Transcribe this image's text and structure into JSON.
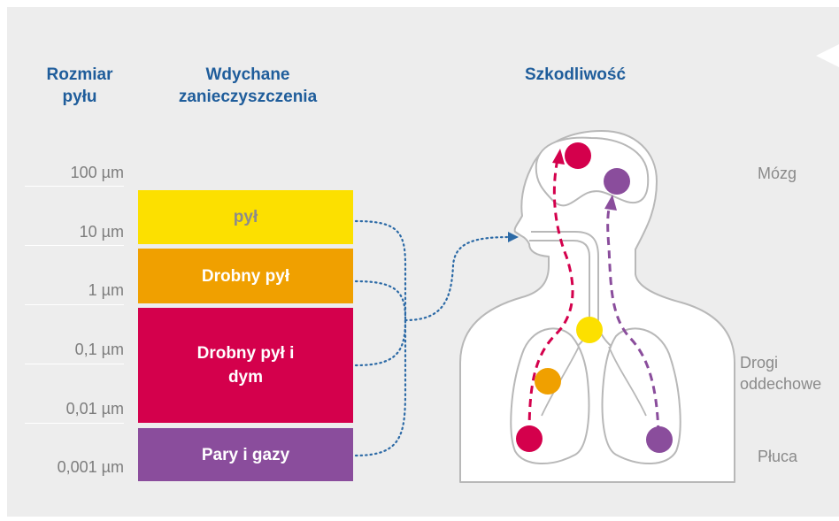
{
  "headers": {
    "size": [
      "Rozmiar",
      "pyłu"
    ],
    "pollutants": [
      "Wdychane",
      "zanieczyszczenia"
    ],
    "harm": "Szkodliwość"
  },
  "size_labels": [
    "100 µm",
    "10 µm",
    "1 µm",
    "0,1 µm",
    "0,01 µm",
    "0,001 µm"
  ],
  "bands": [
    {
      "label": "pył",
      "color": "#fce000",
      "text_color": "#8c8c8c"
    },
    {
      "label": "Drobny pył",
      "color": "#f0a000",
      "text_color": "#ffffff"
    },
    {
      "label_lines": [
        "Drobny pył i",
        "dym"
      ],
      "color": "#d4004c",
      "text_color": "#ffffff"
    },
    {
      "label": "Pary i gazy",
      "color": "#8a4d9c",
      "text_color": "#ffffff"
    }
  ],
  "organs": {
    "brain": "Mózg",
    "airways": [
      "Drogi",
      "oddechowe"
    ],
    "lungs": "Płuca"
  },
  "colors": {
    "header_blue": "#1f5d9b",
    "dotted_blue": "#2c6aa6",
    "red": "#d4004c",
    "purple": "#8a4d9c",
    "yellow": "#fce000",
    "orange": "#f0a000",
    "body_line": "#b8b8b8"
  }
}
